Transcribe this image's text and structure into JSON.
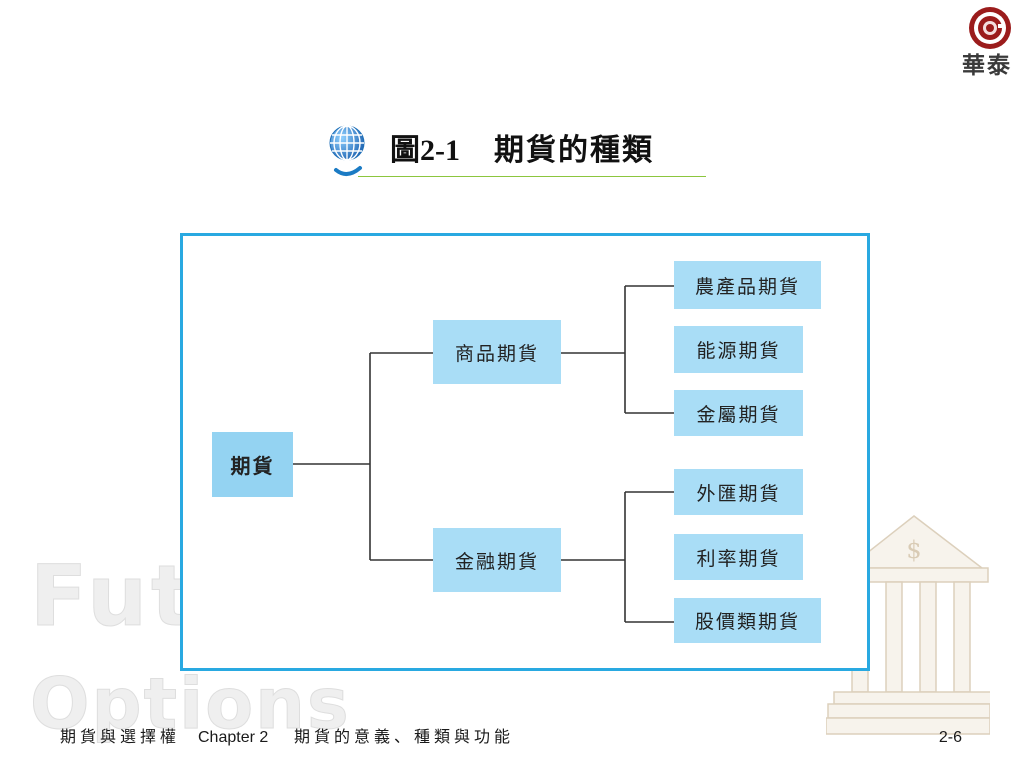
{
  "title": {
    "figure_label": "圖2-1",
    "text": "期貨的種類",
    "icon": "globe-icon"
  },
  "logo": {
    "icon": "swirl-logo-icon",
    "text": "華泰"
  },
  "watermark": {
    "word1": "Futu",
    "word2": "Options",
    "bank_icon": "bank-building-icon",
    "bank_symbol": "$"
  },
  "diagram": {
    "root": "期貨",
    "branches": [
      {
        "label": "商品期貨",
        "leaves": [
          "農產品期貨",
          "能源期貨",
          "金屬期貨"
        ]
      },
      {
        "label": "金融期貨",
        "leaves": [
          "外匯期貨",
          "利率期貨",
          "股價類期貨"
        ]
      }
    ]
  },
  "footer": {
    "course": "期貨與選擇權",
    "chapter": "Chapter 2",
    "chapter_title": "期貨的意義、種類與功能",
    "page": "2-6"
  },
  "colors": {
    "frame_border": "#29a9e1",
    "node_fill": "#a9ddf6",
    "root_fill": "#94d3f2",
    "connector": "#333333",
    "title_underline": "#8cc63e",
    "logo": "#9b1c1c",
    "accent_blue": "#1b7bc4"
  }
}
